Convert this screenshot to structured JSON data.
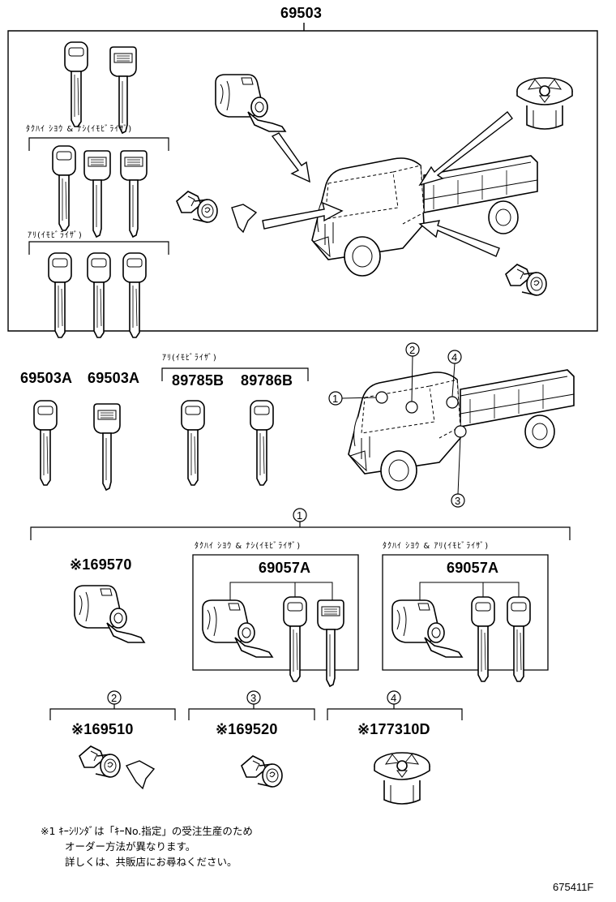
{
  "assembly": {
    "part_no": "69503"
  },
  "top_box": {
    "group1_label": "ﾀｸﾊｲ ｼﾖｳ & ﾅｼ(ｲﾓﾋﾞﾗｲｻﾞ)",
    "group2_label": "ｱﾘ(ｲﾓﾋﾞﾗｲｻﾞ)"
  },
  "keys_row": {
    "group_label": "ｱﾘ(ｲﾓﾋﾞﾗｲｻﾞ)",
    "parts": [
      "69503A",
      "69503A",
      "89785B",
      "89786B"
    ]
  },
  "callouts": [
    "1",
    "2",
    "3",
    "4"
  ],
  "section1": {
    "marker": "1",
    "cylinder_part": "※169570",
    "box_a": {
      "label": "ﾀｸﾊｲ ｼﾖｳ & ﾅｼ(ｲﾓﾋﾞﾗｲｻﾞ)",
      "part": "69057A"
    },
    "box_b": {
      "label": "ﾀｸﾊｲ ｼﾖｳ & ｱﾘ(ｲﾓﾋﾞﾗｲｻﾞ)",
      "part": "69057A"
    }
  },
  "section2": {
    "marker": "2",
    "part": "※169510"
  },
  "section3": {
    "marker": "3",
    "part": "※169520"
  },
  "section4": {
    "marker": "4",
    "part": "※177310D"
  },
  "footnote": {
    "line1": "※1 ｷｰｼﾘﾝﾀﾞは「ｷｰNo.指定」の受注生産のため",
    "line2": "オーダー方法が異なります。",
    "line3": "詳しくは、共販店にお尋ねください。"
  },
  "diagram_code": "675411F"
}
